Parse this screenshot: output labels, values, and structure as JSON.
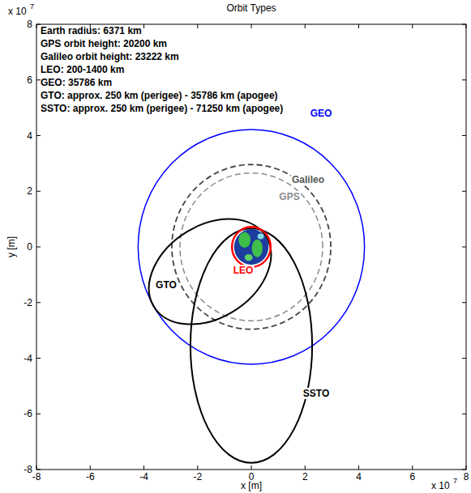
{
  "diagram": {
    "title": "Orbit Types",
    "labels": [
      "Earth radius: 6371 km",
      "GPS orbit height: 20200 km",
      "Galileo orbit height: 23222 km",
      "LEO: 200-1400 km",
      "GEO: 35786 km",
      "GTO: approx. 250 km (perigee) - 35786 km (apogee)",
      "SSTO: approx. 250 km (perigee) - 71250 km (apogee)",
      "GEO",
      "Galileo",
      "GPS",
      "LEO",
      "GTO",
      "SSTO",
      "x 10",
      "7",
      "8",
      "6",
      "4",
      "2",
      "0",
      "-2",
      "-4",
      "-6",
      "-8",
      "y [m]",
      "-8",
      "-6",
      "-4",
      "-2",
      "0",
      "2",
      "4",
      "6",
      "8",
      "x [m]",
      "x 10",
      "7"
    ]
  }
}
